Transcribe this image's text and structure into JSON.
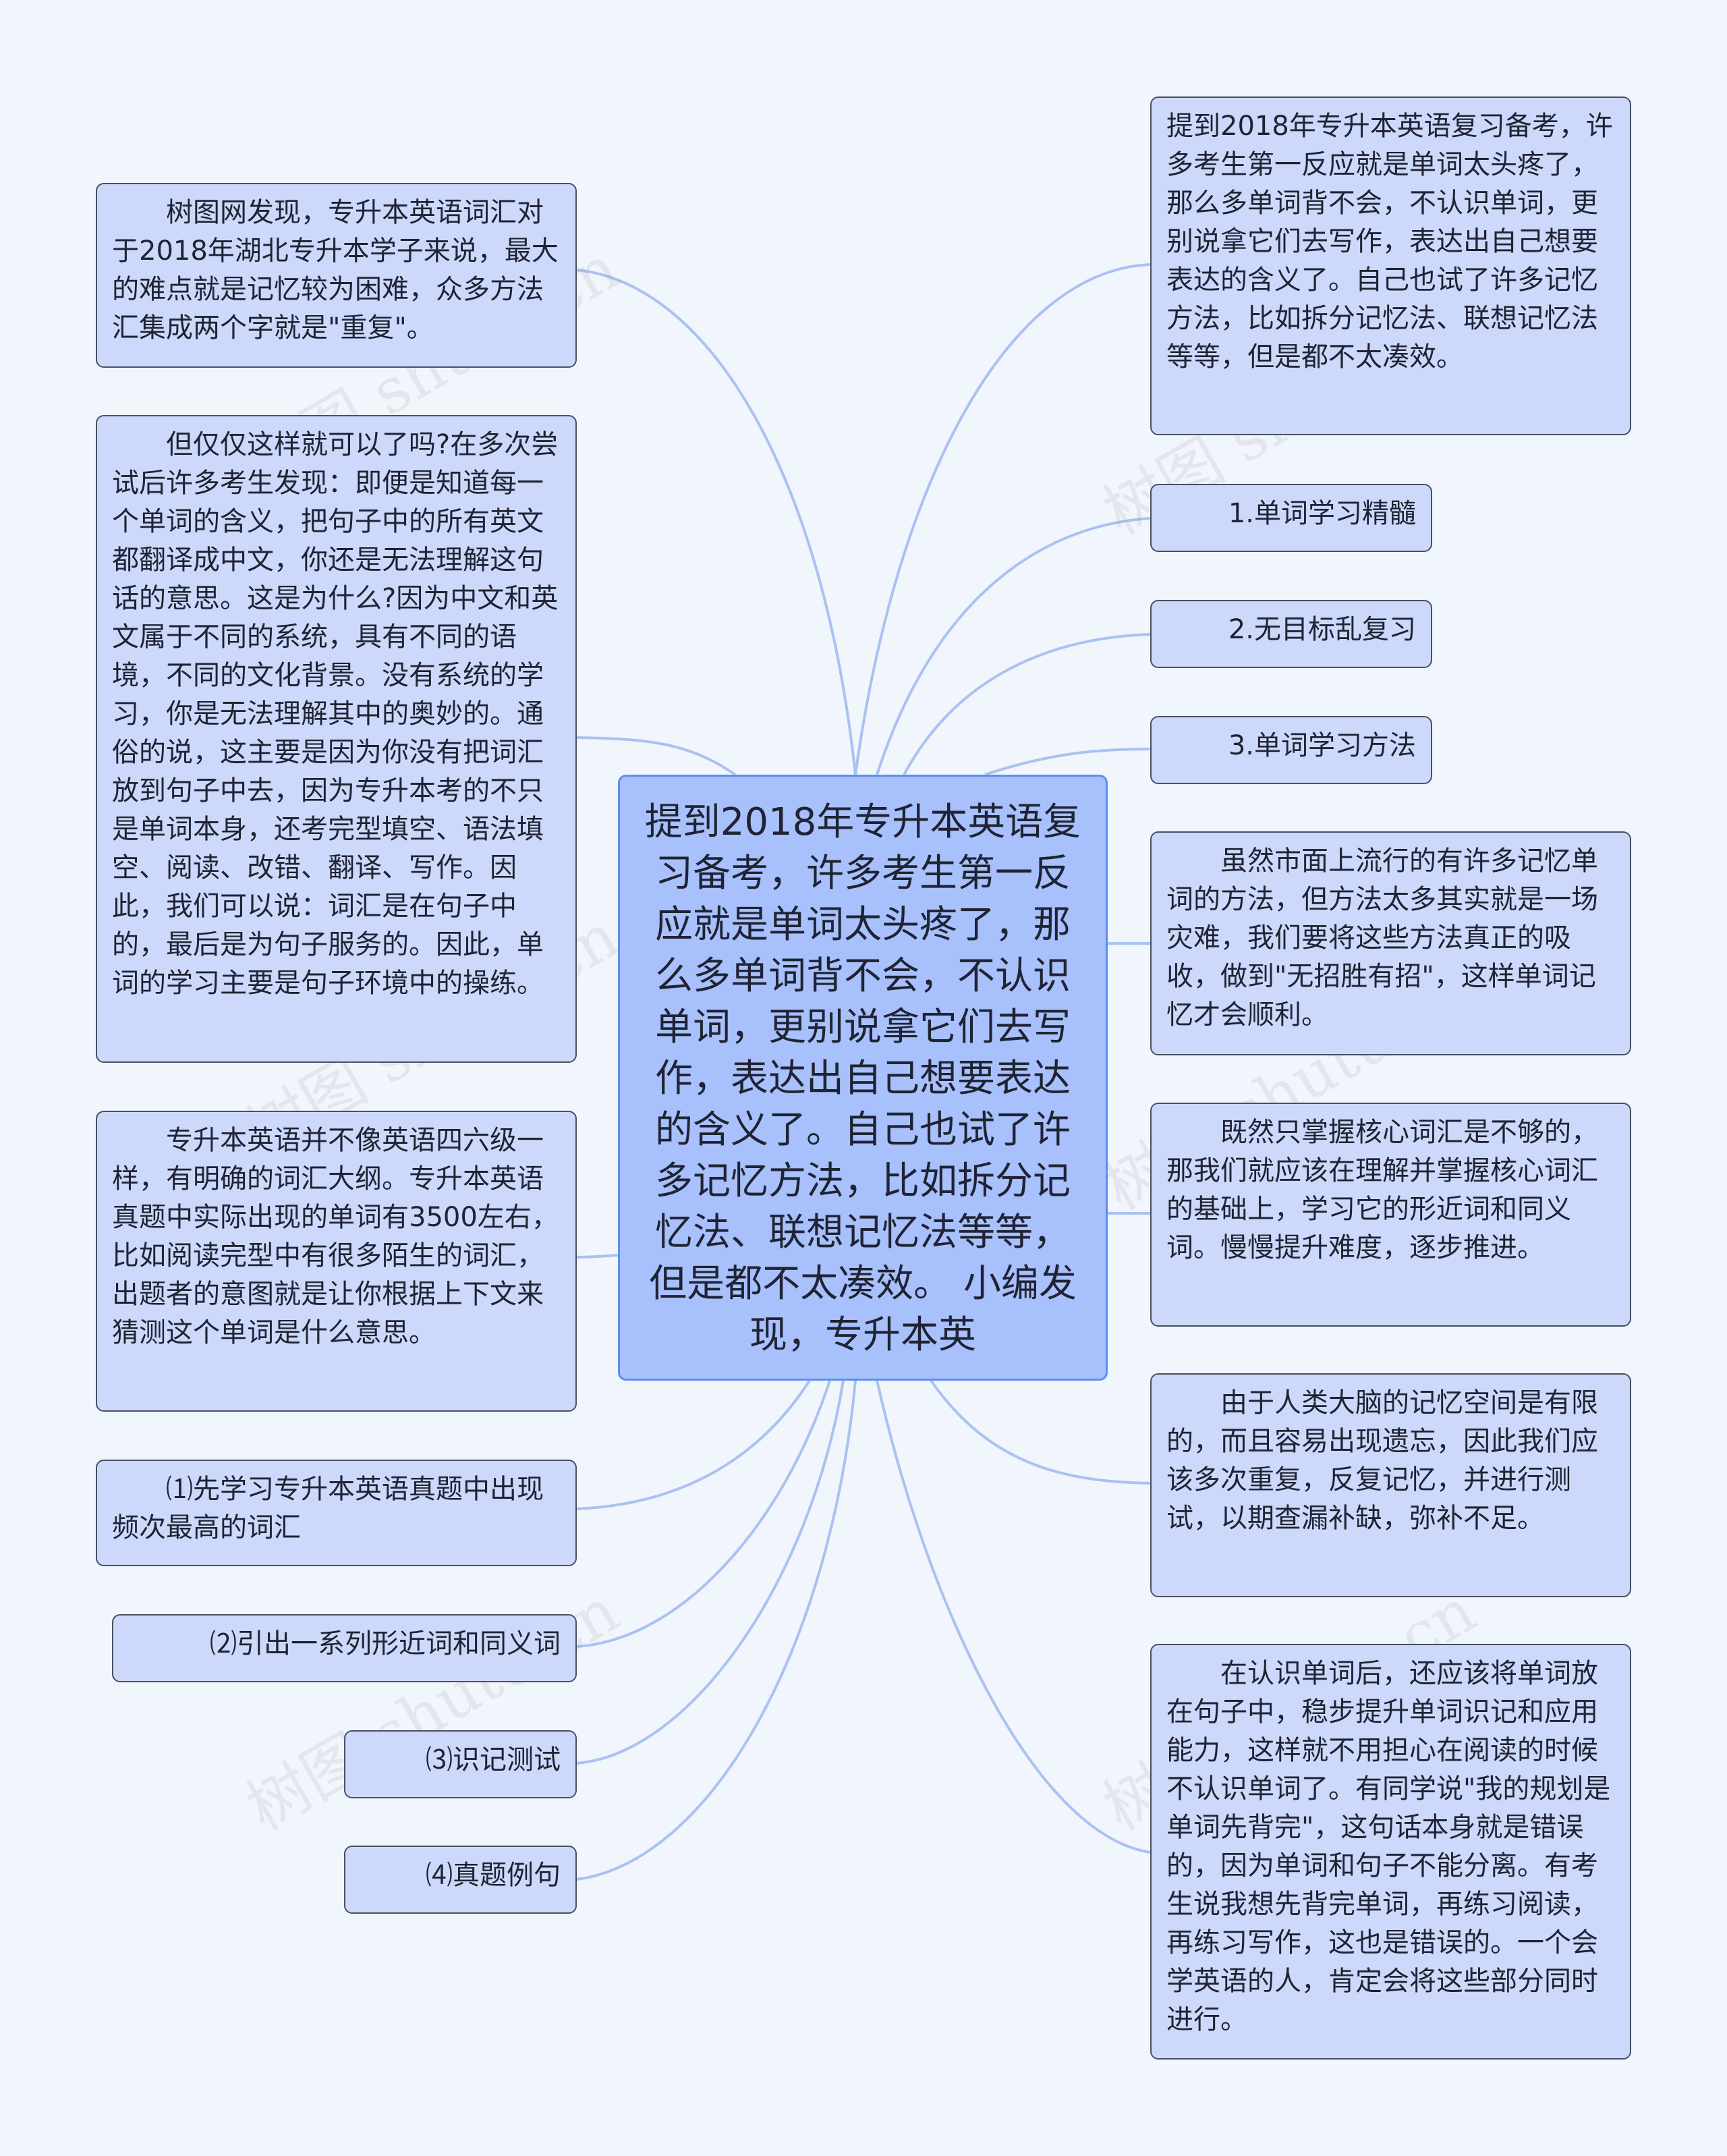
{
  "center": {
    "text": "提到2018年专升本英语复习备考，许多考生第一反应就是单词太头疼了，那么多单词背不会，不认识单词，更别说拿它们去写作，表达出自己想要表达的含义了。自己也试了许多记忆方法，比如拆分记忆法、联想记忆法等等，但是都不太凑效。 小编发现，专升本英"
  },
  "left_nodes": [
    {
      "text": "树图网发现，专升本英语词汇对于2018年湖北专升本学子来说，最大的难点就是记忆较为困难，众多方法汇集成两个字就是\"重复\"。"
    },
    {
      "text": "但仅仅这样就可以了吗?在多次尝试后许多考生发现：即便是知道每一个单词的含义，把句子中的所有英文都翻译成中文，你还是无法理解这句话的意思。这是为什么?因为中文和英文属于不同的系统，具有不同的语境，不同的文化背景。没有系统的学习，你是无法理解其中的奥妙的。通俗的说，这主要是因为你没有把词汇放到句子中去，因为专升本考的不只是单词本身，还考完型填空、语法填空、阅读、改错、翻译、写作。因此，我们可以说：词汇是在句子中的，最后是为句子服务的。因此，单词的学习主要是句子环境中的操练。"
    },
    {
      "text": "专升本英语并不像英语四六级一样，有明确的词汇大纲。专升本英语真题中实际出现的单词有3500左右，比如阅读完型中有很多陌生的词汇，出题者的意图就是让你根据上下文来猜测这个单词是什么意思。"
    },
    {
      "text": "⑴先学习专升本英语真题中出现频次最高的词汇"
    },
    {
      "text": "⑵引出一系列形近词和同义词"
    },
    {
      "text": "⑶识记测试"
    },
    {
      "text": "⑷真题例句"
    }
  ],
  "right_nodes": [
    {
      "text": "提到2018年专升本英语复习备考，许多考生第一反应就是单词太头疼了，那么多单词背不会，不认识单词，更别说拿它们去写作，表达出自己想要表达的含义了。自己也试了许多记忆方法，比如拆分记忆法、联想记忆法等等，但是都不太凑效。"
    },
    {
      "text": "1.单词学习精髓"
    },
    {
      "text": "2.无目标乱复习"
    },
    {
      "text": "3.单词学习方法"
    },
    {
      "text": "虽然市面上流行的有许多记忆单词的方法，但方法太多其实就是一场灾难，我们要将这些方法真正的吸收，做到\"无招胜有招\"，这样单词记忆才会顺利。"
    },
    {
      "text": "既然只掌握核心词汇是不够的，那我们就应该在理解并掌握核心词汇的基础上，学习它的形近词和同义词。慢慢提升难度，逐步推进。"
    },
    {
      "text": "由于人类大脑的记忆空间是有限的，而且容易出现遗忘，因此我们应该多次重复，反复记忆，并进行测试，以期查漏补缺，弥补不足。"
    },
    {
      "text": "在认识单词后，还应该将单词放在句子中，稳步提升单词识记和应用能力，这样就不用担心在阅读的时候不认识单词了。有同学说\"我的规划是单词先背完\"，这句话本身就是错误的，因为单词和句子不能分离。有考生说我想先背完单词，再练习阅读，再练习写作，这也是错误的。一个会学英语的人，肯定会将这些部分同时进行。"
    }
  ],
  "watermark": {
    "text": "树图 shutu.cn"
  },
  "colors": {
    "background": "#f1f5fc",
    "node_fill": "#cdd9fb",
    "center_fill": "#a8c0fb",
    "connector": "#a9c2f2"
  }
}
